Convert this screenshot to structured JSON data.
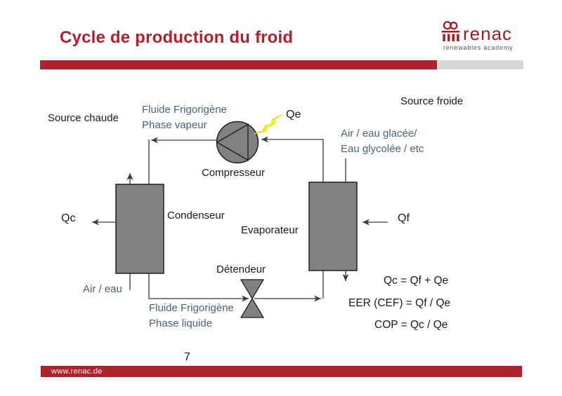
{
  "header": {
    "title": "Cycle de production du froid",
    "logo": {
      "name": "renac",
      "tagline": "renewables academy",
      "icon": "column-infinity-icon"
    }
  },
  "diagram": {
    "labels": {
      "source_chaude": "Source chaude",
      "source_froide": "Source froide",
      "fluide_vapeur_line1": "Fluide Frigorigène",
      "fluide_vapeur_line2": "Phase vapeur",
      "qe": "Qe",
      "compresseur": "Compresseur",
      "air_glacee_line1": "Air / eau glacée/",
      "air_glacee_line2": "Eau glycolée / etc",
      "condenseur": "Condenseur",
      "evaporateur": "Evaporateur",
      "qc": "Qc",
      "qf": "Qf",
      "detendeur": "Détendeur",
      "air_eau": "Air / eau",
      "fluide_liquide_line1": "Fluide Frigorigène",
      "fluide_liquide_line2": "Phase liquide"
    },
    "equations": [
      "Qc = Qf + Qe",
      "EER (CEF) = Qf / Qe",
      "COP = Qc / Qe"
    ],
    "icons": {
      "energy_input": "lightning-bolt-icon"
    },
    "colors": {
      "accent_red": "#b2202c",
      "logo_red": "#a01d26",
      "header_gray": "#d8d8d8",
      "shape_gray": "#818181",
      "label_blue": "#47637f",
      "lightning_yellow": "#ffff26",
      "line_dark": "#3a3a3a"
    }
  },
  "footer": {
    "url": "www.renac.de",
    "page_number": "7"
  }
}
